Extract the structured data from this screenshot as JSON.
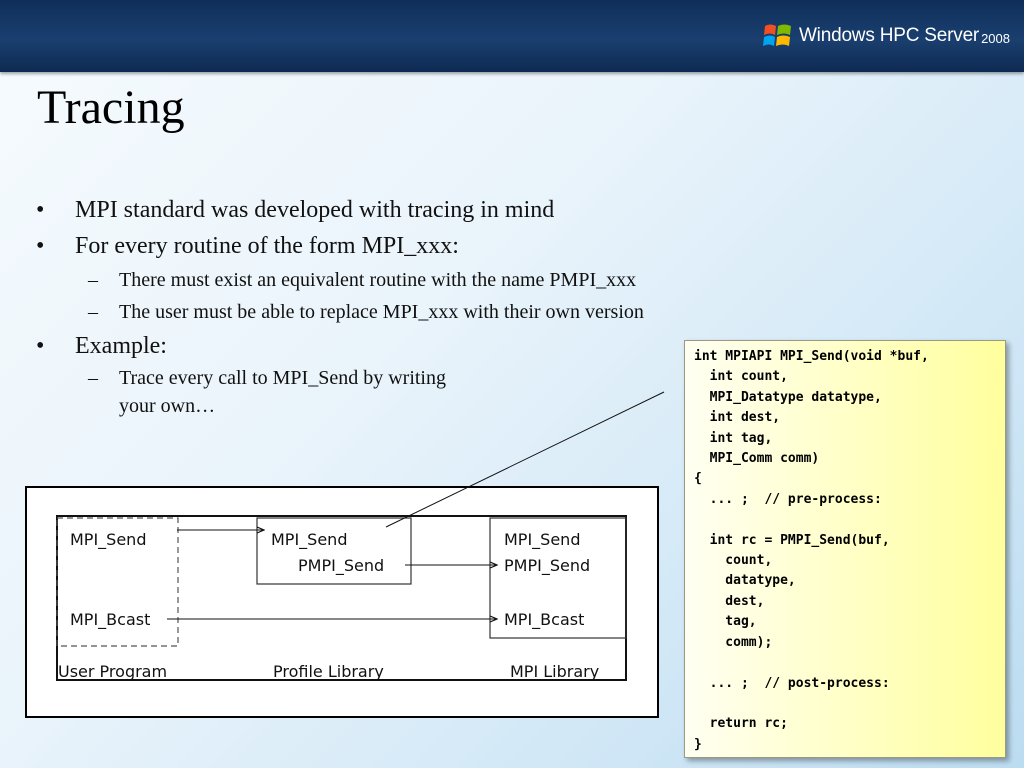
{
  "header": {
    "brand_name": "Windows HPC Server",
    "brand_year": "2008",
    "logo_colors": [
      "#f25022",
      "#7fba00",
      "#00a4ef",
      "#ffb900"
    ]
  },
  "slide": {
    "title": "Tracing",
    "bullets": [
      {
        "level": 1,
        "marker": "•",
        "text": "MPI standard was developed with tracing in mind"
      },
      {
        "level": 1,
        "marker": "•",
        "text": "For every routine of the form MPI_xxx:"
      },
      {
        "level": 2,
        "marker": "–",
        "text": "There must exist an equivalent routine with the name PMPI_xxx"
      },
      {
        "level": 2,
        "marker": "–",
        "text": "The user must be able to replace MPI_xxx with their own version"
      },
      {
        "level": 1,
        "marker": "•",
        "text": "Example:"
      },
      {
        "level": 2,
        "marker": "–",
        "text": "Trace every call to MPI_Send by writing your own…"
      }
    ]
  },
  "code": {
    "lines": [
      "int MPIAPI MPI_Send(void *buf,",
      "  int count,",
      "  MPI_Datatype datatype,",
      "  int dest,",
      "  int tag,",
      "  MPI_Comm comm)",
      "{",
      "  ... ;  // pre-process:",
      "",
      "  int rc = PMPI_Send(buf,",
      "    count,",
      "    datatype,",
      "    dest,",
      "    tag,",
      "    comm);",
      "",
      "  ... ;  // post-process:",
      "",
      "  return rc;",
      "}"
    ]
  },
  "diagram": {
    "user_send": "MPI_Send",
    "user_bcast": "MPI_Bcast",
    "profile_send": "MPI_Send",
    "profile_pmpi_send": "PMPI_Send",
    "lib_send": "MPI_Send",
    "lib_pmpi_send": "PMPI_Send",
    "lib_bcast": "MPI_Bcast",
    "user_program_label": "User Program",
    "profile_library_label": "Profile Library",
    "mpi_library_label": "MPI Library"
  }
}
